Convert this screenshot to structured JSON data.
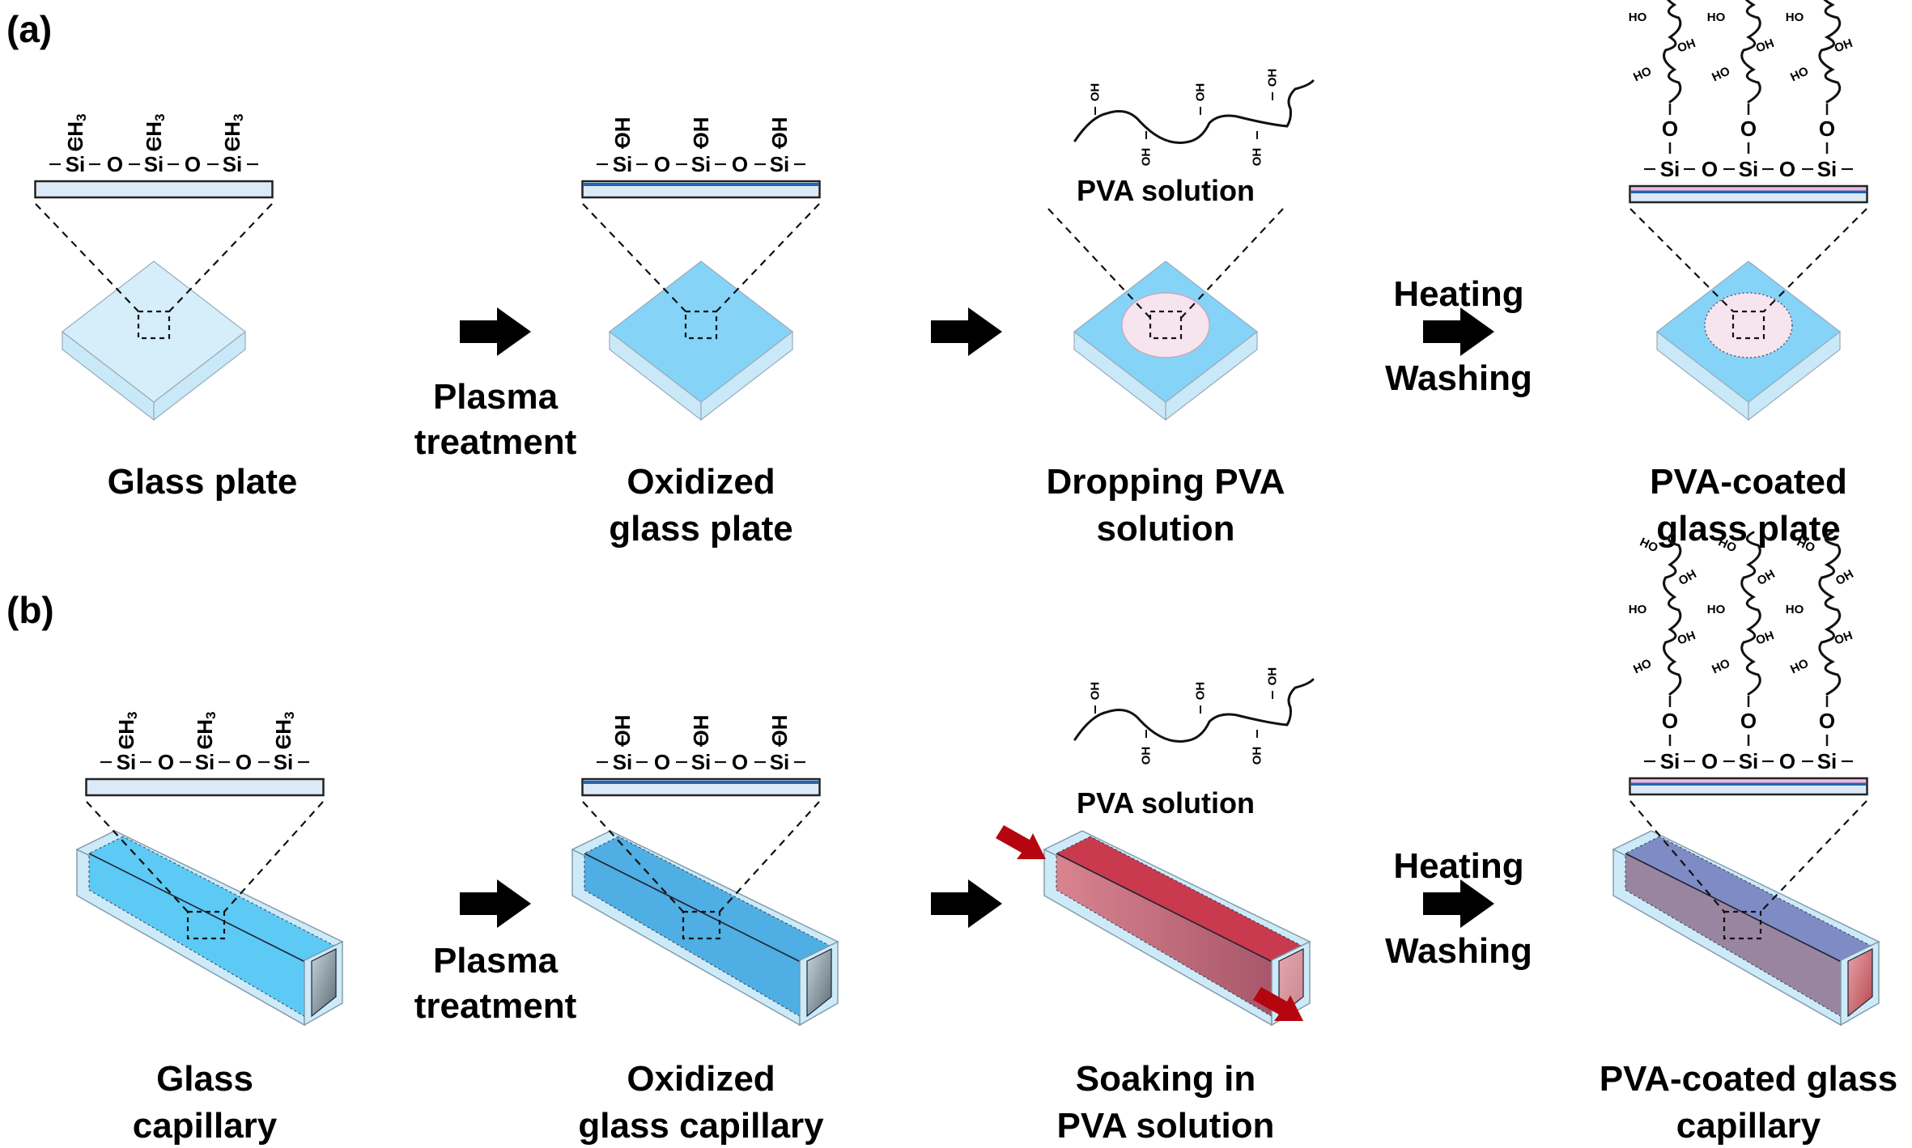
{
  "figure": {
    "panels": [
      {
        "id": "a",
        "label": "(a)",
        "steps": [
          {
            "caption": [
              "Glass plate"
            ],
            "surface_group": "CH3",
            "substrate": "plate",
            "state": "untreated"
          },
          {
            "caption": [
              "Oxidized",
              "glass plate"
            ],
            "surface_group": "OH",
            "substrate": "plate",
            "state": "oxidized"
          },
          {
            "caption": [
              "Dropping PVA",
              "solution"
            ],
            "solution_label": "PVA solution",
            "substrate": "plate",
            "state": "pva-drop"
          },
          {
            "caption": [
              "PVA-coated",
              "glass plate"
            ],
            "surface_group": "PVA",
            "substrate": "plate",
            "state": "coated"
          }
        ],
        "arrows": [
          {
            "label": [
              "Plasma",
              "treatment"
            ],
            "label_position": "below"
          },
          {
            "label": [],
            "label_position": "none"
          },
          {
            "label": [
              "Heating",
              "Washing"
            ],
            "label_position": "around"
          }
        ]
      },
      {
        "id": "b",
        "label": "(b)",
        "steps": [
          {
            "caption": [
              "Glass",
              "capillary"
            ],
            "surface_group": "CH3",
            "substrate": "capillary",
            "state": "untreated"
          },
          {
            "caption": [
              "Oxidized",
              "glass capillary"
            ],
            "surface_group": "OH",
            "substrate": "capillary",
            "state": "oxidized"
          },
          {
            "caption": [
              "Soaking in",
              "PVA solution"
            ],
            "solution_label": "PVA solution",
            "substrate": "capillary",
            "state": "pva-soak"
          },
          {
            "caption": [
              "PVA-coated glass",
              "capillary"
            ],
            "surface_group": "PVA",
            "substrate": "capillary",
            "state": "coated"
          }
        ],
        "arrows": [
          {
            "label": [
              "Plasma",
              "treatment"
            ],
            "label_position": "below"
          },
          {
            "label": [],
            "label_position": "none"
          },
          {
            "label": [
              "Heating",
              "Washing"
            ],
            "label_position": "around"
          }
        ]
      }
    ],
    "chemistry": {
      "backbone": [
        "Si",
        "O",
        "Si",
        "O",
        "Si"
      ],
      "methyl": "CH3",
      "hydroxyl": "OH",
      "hydroxyl_rev": "HO",
      "linker_oxygen": "O"
    },
    "colors": {
      "glass_light": "#d6eefa",
      "glass_edge": "#c9e9f8",
      "oxidized_top": "#86d3f8",
      "capillary_fill": "#5ccaf5",
      "capillary_oxidized": "#4faee3",
      "pva_drop": "#f6e4ef",
      "pva_solution_red": "#c93a4e",
      "coated_top": "#7f8bc4",
      "coated_side": "#9a85a0",
      "strip_blue": "#2166b3",
      "strip_pink": "#f4b6e0",
      "strip_fill": "#dceaf7",
      "flow_arrow": "#b5060f",
      "arrow": "#000000"
    }
  }
}
